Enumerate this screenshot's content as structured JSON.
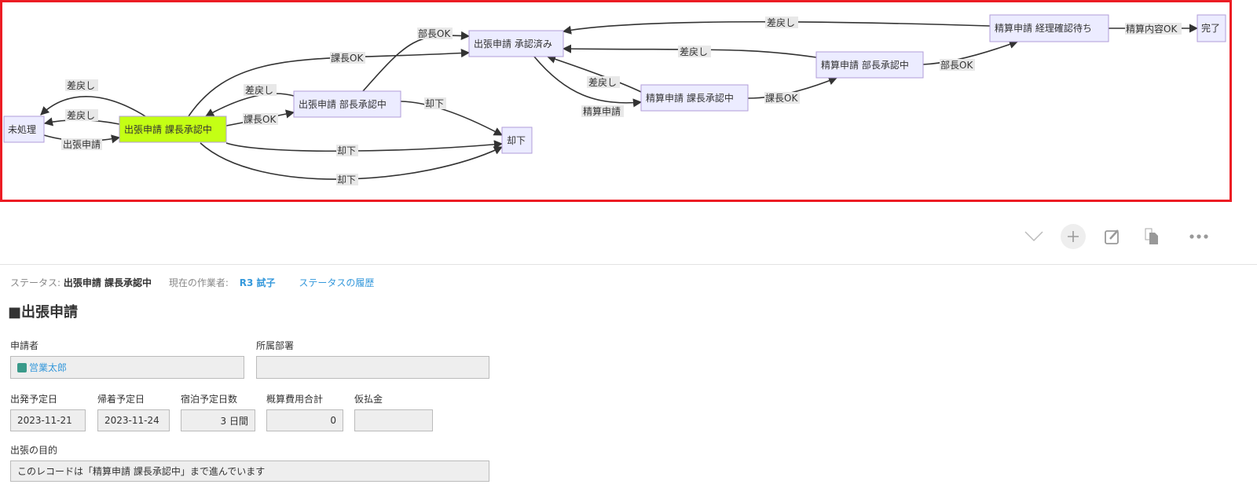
{
  "diagram": {
    "nodes": {
      "unprocessed": "未処理",
      "trip_section": "出張申請 課長承認中",
      "trip_dept": "出張申請 部長承認中",
      "trip_approved": "出張申請 承認済み",
      "rejected": "却下",
      "exp_section": "精算申請 課長承認中",
      "exp_dept": "精算申請 部長承認中",
      "exp_accounting": "精算申請 経理確認待ち",
      "done": "完了"
    },
    "edges": {
      "apply_trip": "出張申請",
      "return1": "差戻し",
      "return2": "差戻し",
      "section_ok1": "課長OK",
      "section_ok2": "課長OK",
      "return3": "差戻し",
      "dept_ok1": "部長OK",
      "reject1": "却下",
      "reject2": "却下",
      "reject3": "却下",
      "apply_exp": "精算申請",
      "return4": "差戻し",
      "section_ok3": "課長OK",
      "return5": "差戻し",
      "dept_ok2": "部長OK",
      "return6": "差戻し",
      "content_ok": "精算内容OK"
    },
    "current_color": "#c4ff14"
  },
  "toolbar": {
    "icons": [
      "chevron-down-icon",
      "plus-icon",
      "edit-icon",
      "copy-icon",
      "more-icon"
    ]
  },
  "status": {
    "status_label": "ステータス:",
    "status_value": "出張申請 課長承認中",
    "assignee_label": "現在の作業者:",
    "assignee_value": "R3 試子",
    "history_link": "ステータスの履歴"
  },
  "form": {
    "title": "■出張申請",
    "applicant_label": "申請者",
    "applicant_value": "営業太郎",
    "department_label": "所属部署",
    "department_value": "",
    "depart_label": "出発予定日",
    "depart_value": "2023-11-21",
    "return_label": "帰着予定日",
    "return_value": "2023-11-24",
    "nights_label": "宿泊予定日数",
    "nights_value": "3 日間",
    "cost_label": "概算費用合計",
    "cost_value": "0",
    "advance_label": "仮払金",
    "advance_value": "",
    "purpose_label": "出張の目的",
    "purpose_value": "このレコードは「精算申請 課長承認中」まで進んでいます"
  }
}
